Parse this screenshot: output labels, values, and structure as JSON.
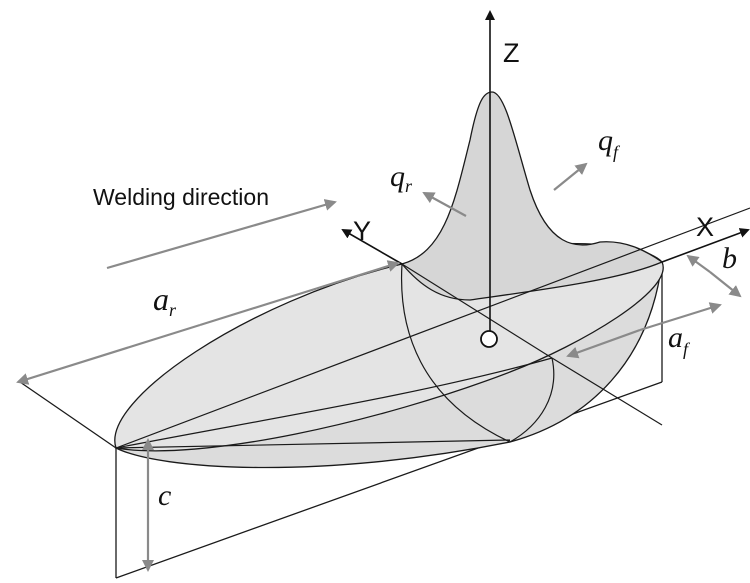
{
  "labels": {
    "welding_direction": "Welding direction",
    "axis_z": "Z",
    "axis_y": "Y",
    "axis_x": "X",
    "origin": "O",
    "q": "q",
    "q_r_sub": "r",
    "q_f_sub": "f",
    "a": "a",
    "a_r_sub": "r",
    "a_f_sub": "f",
    "b": "b",
    "c": "c"
  },
  "colors": {
    "line": "#1a1a1a",
    "fill": "#dedede",
    "fill_dark": "#c9c9c9",
    "arrow": "#8a8a8a",
    "background": "#ffffff"
  }
}
